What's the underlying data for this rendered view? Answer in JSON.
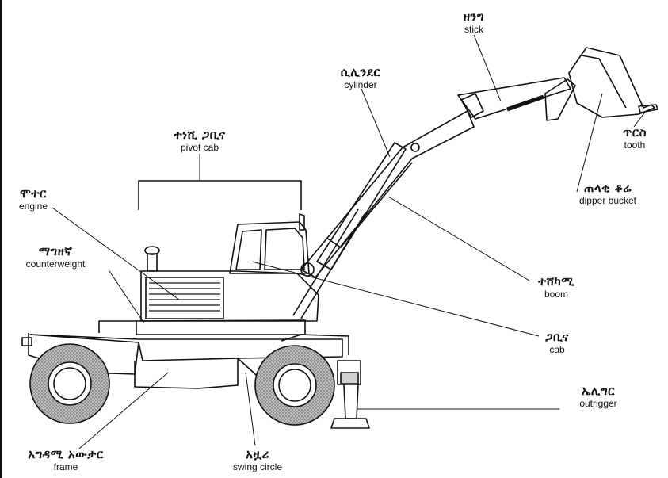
{
  "colors": {
    "ink": "#111111",
    "paper": "#ffffff",
    "tire_shade": "#9a9a9a"
  },
  "labels": {
    "stick": {
      "am": "ዘንግ",
      "en": "stick"
    },
    "cylinder": {
      "am": "ሲሊንደር",
      "en": "cylinder"
    },
    "pivot_cab": {
      "am": "ተነሺ ጋቢና",
      "en": "pivot cab"
    },
    "tooth": {
      "am": "ጥርስ",
      "en": "tooth"
    },
    "engine": {
      "am": "ሞተር",
      "en": "engine"
    },
    "dipper_bucket": {
      "am": "ጠላቂ ቆሬ",
      "en": "dipper bucket"
    },
    "counterweight": {
      "am": "ማግዘኛ",
      "en": "counterweight"
    },
    "boom": {
      "am": "ተሸካሚ",
      "en": "boom"
    },
    "cab": {
      "am": "ጋቢና",
      "en": "cab"
    },
    "outrigger": {
      "am": "ኤሊግር",
      "en": "outrigger"
    },
    "frame": {
      "am": "አግዳሚ አውታር",
      "en": "frame"
    },
    "swing_circle": {
      "am": "አዟሪ",
      "en": "swing circle"
    }
  }
}
